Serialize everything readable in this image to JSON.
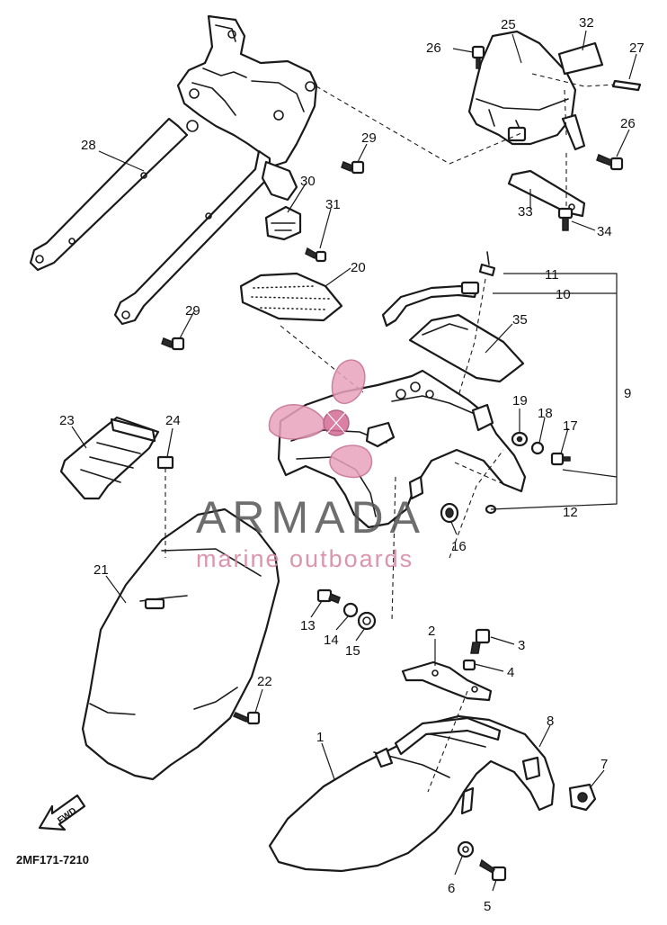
{
  "diagram": {
    "drawing_code": "2MF171-7210",
    "direction_marker": "FWD",
    "callouts": {
      "c1": "1",
      "c2": "2",
      "c3": "3",
      "c4": "4",
      "c5": "5",
      "c6": "6",
      "c7": "7",
      "c8": "8",
      "c9": "9",
      "c10": "10",
      "c11": "11",
      "c12": "12",
      "c13": "13",
      "c14": "14",
      "c15": "15",
      "c16": "16",
      "c17": "17",
      "c18": "18",
      "c19": "19",
      "c20": "20",
      "c21": "21",
      "c22": "22",
      "c23": "23",
      "c24": "24",
      "c25": "25",
      "c26a": "26",
      "c26b": "26",
      "c27": "27",
      "c28": "28",
      "c29a": "29",
      "c29b": "29",
      "c30": "30",
      "c31": "31",
      "c32": "32",
      "c33": "33",
      "c34": "34",
      "c35": "35"
    }
  },
  "watermark": {
    "title": "ARMADA",
    "subtitle": "marine outboards",
    "accent_color": "#e8a3bd",
    "text_color": "#555555"
  }
}
